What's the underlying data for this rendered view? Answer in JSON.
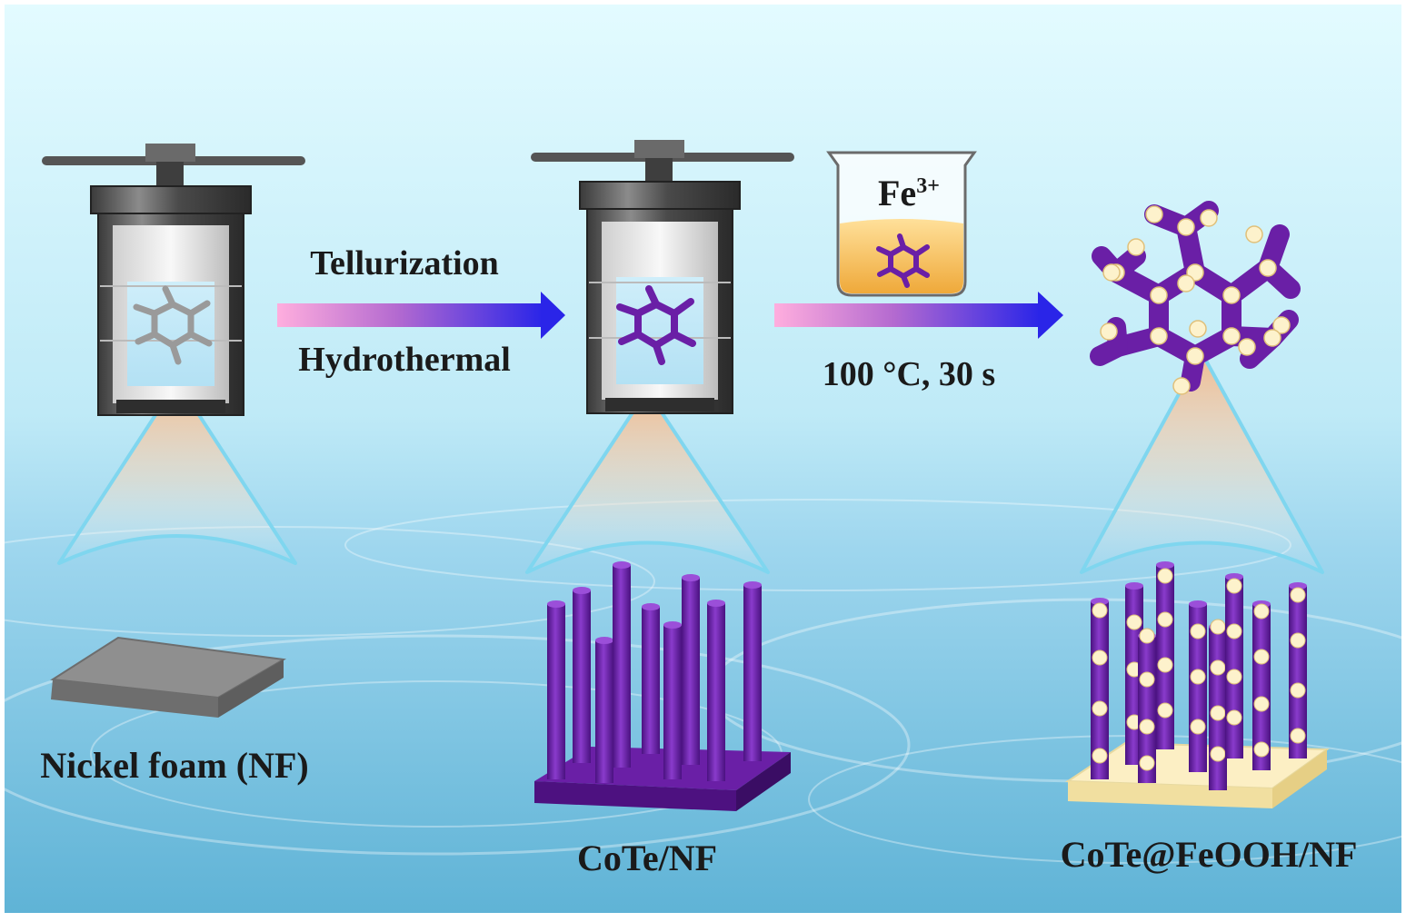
{
  "labels": {
    "step1_top": "Tellurization",
    "step1_bottom": "Hydrothermal",
    "beaker_ion": "Fe",
    "beaker_ion_charge": "3+",
    "step2_condition": "100 °C, 30 s",
    "material_1": "Nickel foam (NF)",
    "material_2": "CoTe/NF",
    "material_3": "CoTe@FeOOH/NF"
  },
  "colors": {
    "background_top": "#d8f6fc",
    "background_bottom": "#5fb6d8",
    "cote": "#6a1fa6",
    "feooh": "#fdf2cc",
    "nickel_foam": "#8e8e8e",
    "arrow_start": "#ffaede",
    "arrow_end": "#2a25e8",
    "beaker_solution": "#f5b94a"
  }
}
